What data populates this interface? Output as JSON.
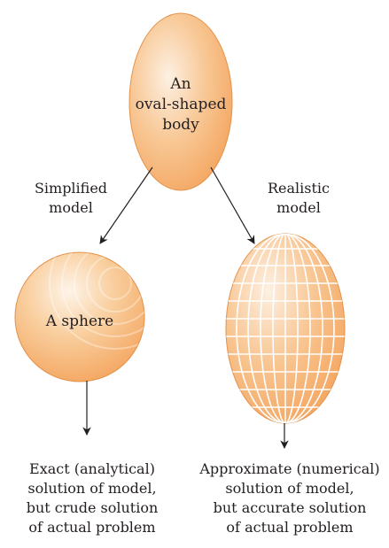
{
  "colors": {
    "body_fill_light": "#fdf0e2",
    "body_fill_dark": "#f4a55f",
    "grid_line": "#ffffff",
    "arrow": "#231f20",
    "text": "#231f20"
  },
  "nodes": {
    "top_body": {
      "label": "An\noval-shaped\nbody"
    },
    "sphere": {
      "label": "A sphere"
    },
    "grid_ellipsoid": {
      "label": ""
    }
  },
  "edges": {
    "left": {
      "label": "Simplified\nmodel"
    },
    "right": {
      "label": "Realistic\nmodel"
    }
  },
  "captions": {
    "left": "Exact (analytical)\nsolution of model,\nbut crude solution\nof actual problem",
    "right": "Approximate (numerical)\nsolution of model,\nbut accurate solution\nof actual problem"
  }
}
